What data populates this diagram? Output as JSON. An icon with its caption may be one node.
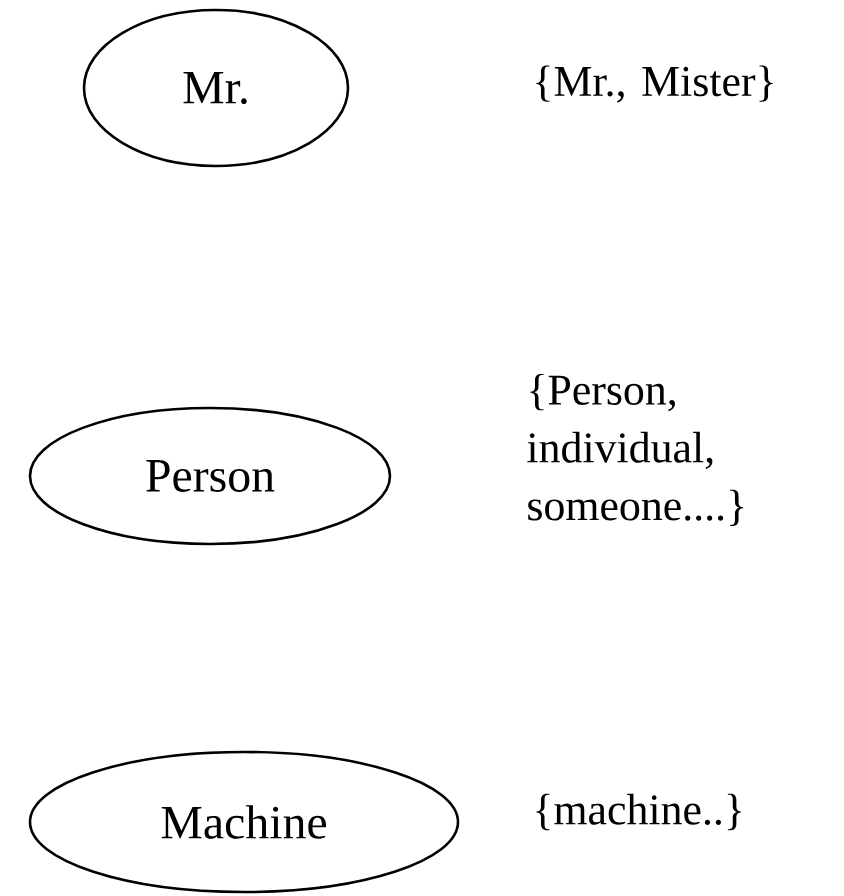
{
  "diagram": {
    "nodes": [
      {
        "text": [
          "Mr."
        ]
      },
      {
        "text": [
          "Person"
        ]
      },
      {
        "text": [
          "Machine"
        ]
      }
    ],
    "labels": [
      "{Mr., Mister}",
      "{Person, individual, someone....}",
      "{machine..}"
    ]
  }
}
